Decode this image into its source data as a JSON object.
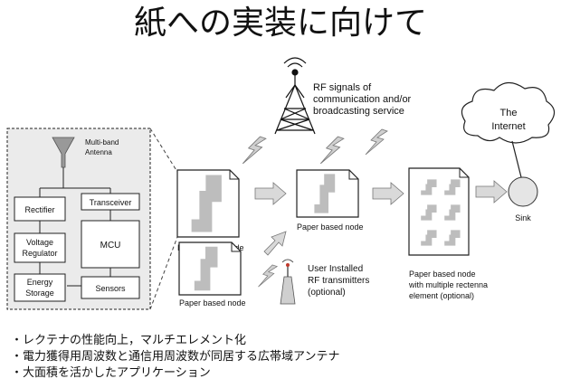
{
  "title": "紙への実装に向けて",
  "module": {
    "antenna": [
      "Multi-band",
      "Antenna"
    ],
    "rectifier": "Rectifier",
    "voltage_regulator": [
      "Voltage",
      "Regulator"
    ],
    "energy_storage": [
      "Energy",
      "Storage"
    ],
    "transceiver": "Transceiver",
    "mcu": "MCU",
    "sensors": "Sensors"
  },
  "rf_signals": [
    "RF signals of",
    "communication and/or",
    "broadcasting service"
  ],
  "cloud": [
    "The",
    "Internet"
  ],
  "sink": "Sink",
  "nodes": {
    "paper_node_label": "Paper based node",
    "multi_node": [
      "Paper based node",
      "with multiple rectenna",
      "element (optional)"
    ]
  },
  "user_tx": [
    "User Installed",
    "RF transmitters",
    "(optional)"
  ],
  "bullets": [
    "・レクテナの性能向上，マルチエレメント化",
    "・電力獲得用周波数と通信用周波数が同居する広帯域アンテナ",
    "・大面積を活かしたアプリケーション"
  ],
  "colors": {
    "gray_fill": "#bdbdbd",
    "arrow_fill": "#d9d9d9",
    "bolt_fill": "#d0d0d0",
    "stroke": "#222222"
  }
}
